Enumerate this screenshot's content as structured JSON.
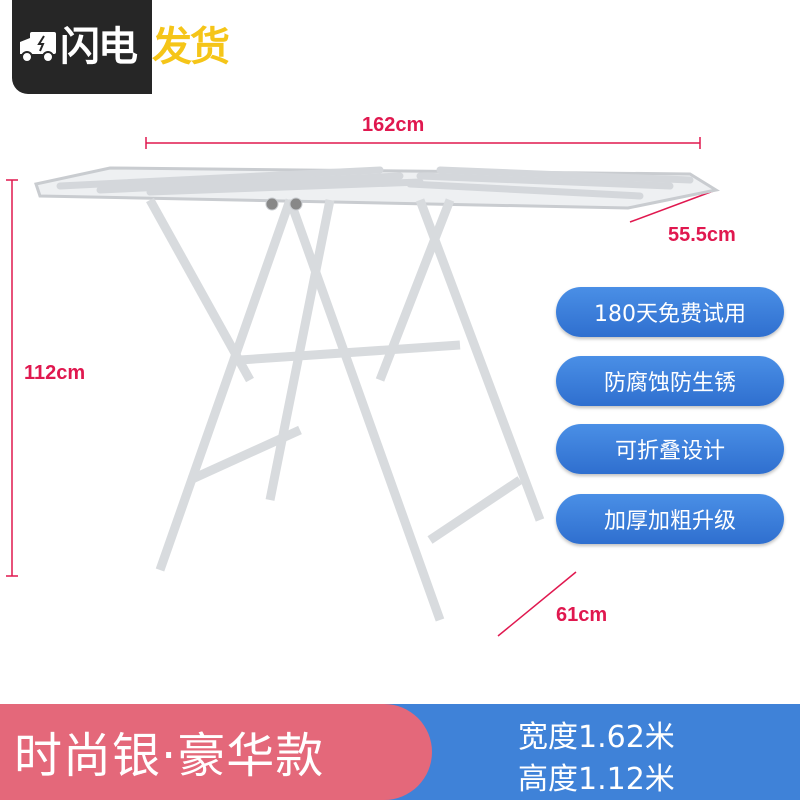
{
  "badge": {
    "main": "闪电",
    "highlight": "发货"
  },
  "dimensions": {
    "width": "162cm",
    "depth": "55.5cm",
    "height": "112cm",
    "base": "61cm"
  },
  "features": [
    "180天免费试用",
    "防腐蚀防生锈",
    "可折叠设计",
    "加厚加粗升级"
  ],
  "bottom_bar": {
    "title": "时尚银·豪华款",
    "specs": [
      "宽度1.62米",
      "高度1.12米"
    ]
  },
  "colors": {
    "pink": "#e4687a",
    "blue": "#3f82d8",
    "dim_red": "#e0184f",
    "yellow": "#f5c518"
  }
}
